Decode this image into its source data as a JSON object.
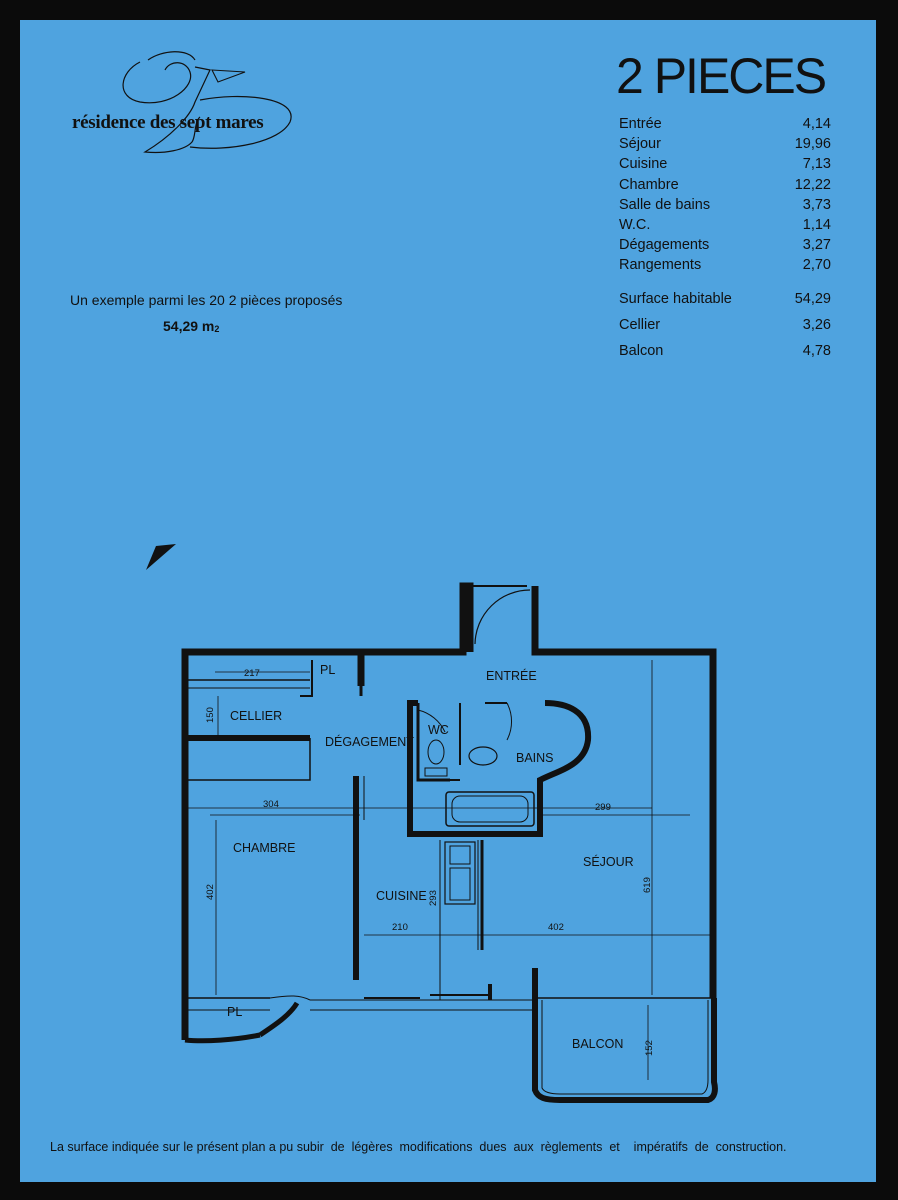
{
  "brand": {
    "name": "résidence des sept mares"
  },
  "title": "2 PIECES",
  "areas": [
    {
      "label": "Entrée",
      "value": "4,14"
    },
    {
      "label": "Séjour",
      "value": "19,96"
    },
    {
      "label": "Cuisine",
      "value": "7,13"
    },
    {
      "label": "Chambre",
      "value": "12,22"
    },
    {
      "label": "Salle de bains",
      "value": "3,73"
    },
    {
      "label": "W.C.",
      "value": "1,14"
    },
    {
      "label": "Dégagements",
      "value": "3,27"
    },
    {
      "label": "Rangements",
      "value": "2,70"
    }
  ],
  "summary": [
    {
      "label": "Surface habitable",
      "value": "54,29"
    },
    {
      "label": "Cellier",
      "value": "3,26"
    },
    {
      "label": "Balcon",
      "value": "4,78"
    }
  ],
  "example": {
    "text": "Un exemple parmi les 20  2 pièces proposés",
    "area": "54,29 m",
    "unit_sub": "2"
  },
  "plan": {
    "rooms": {
      "entree": "ENTRÉE",
      "cellier": "CELLIER",
      "degagement": "DÉGAGEMENT",
      "wc": "WC",
      "bains": "BAINS",
      "chambre": "CHAMBRE",
      "cuisine": "CUISINE",
      "sejour": "SÉJOUR",
      "balcon": "BALCON",
      "pl_top": "PL",
      "pl_bottom": "PL"
    },
    "dims": {
      "d217": "217",
      "d150": "150",
      "d304": "304",
      "d299": "299",
      "d402_left": "402",
      "d293": "293",
      "d619": "619",
      "d210": "210",
      "d402_bottom": "402",
      "d152": "152"
    }
  },
  "footer": "La surface indiquée sur le présent plan a pu subir  de  légères  modifications  dues  aux  règlements  et    impératifs  de  construction."
}
